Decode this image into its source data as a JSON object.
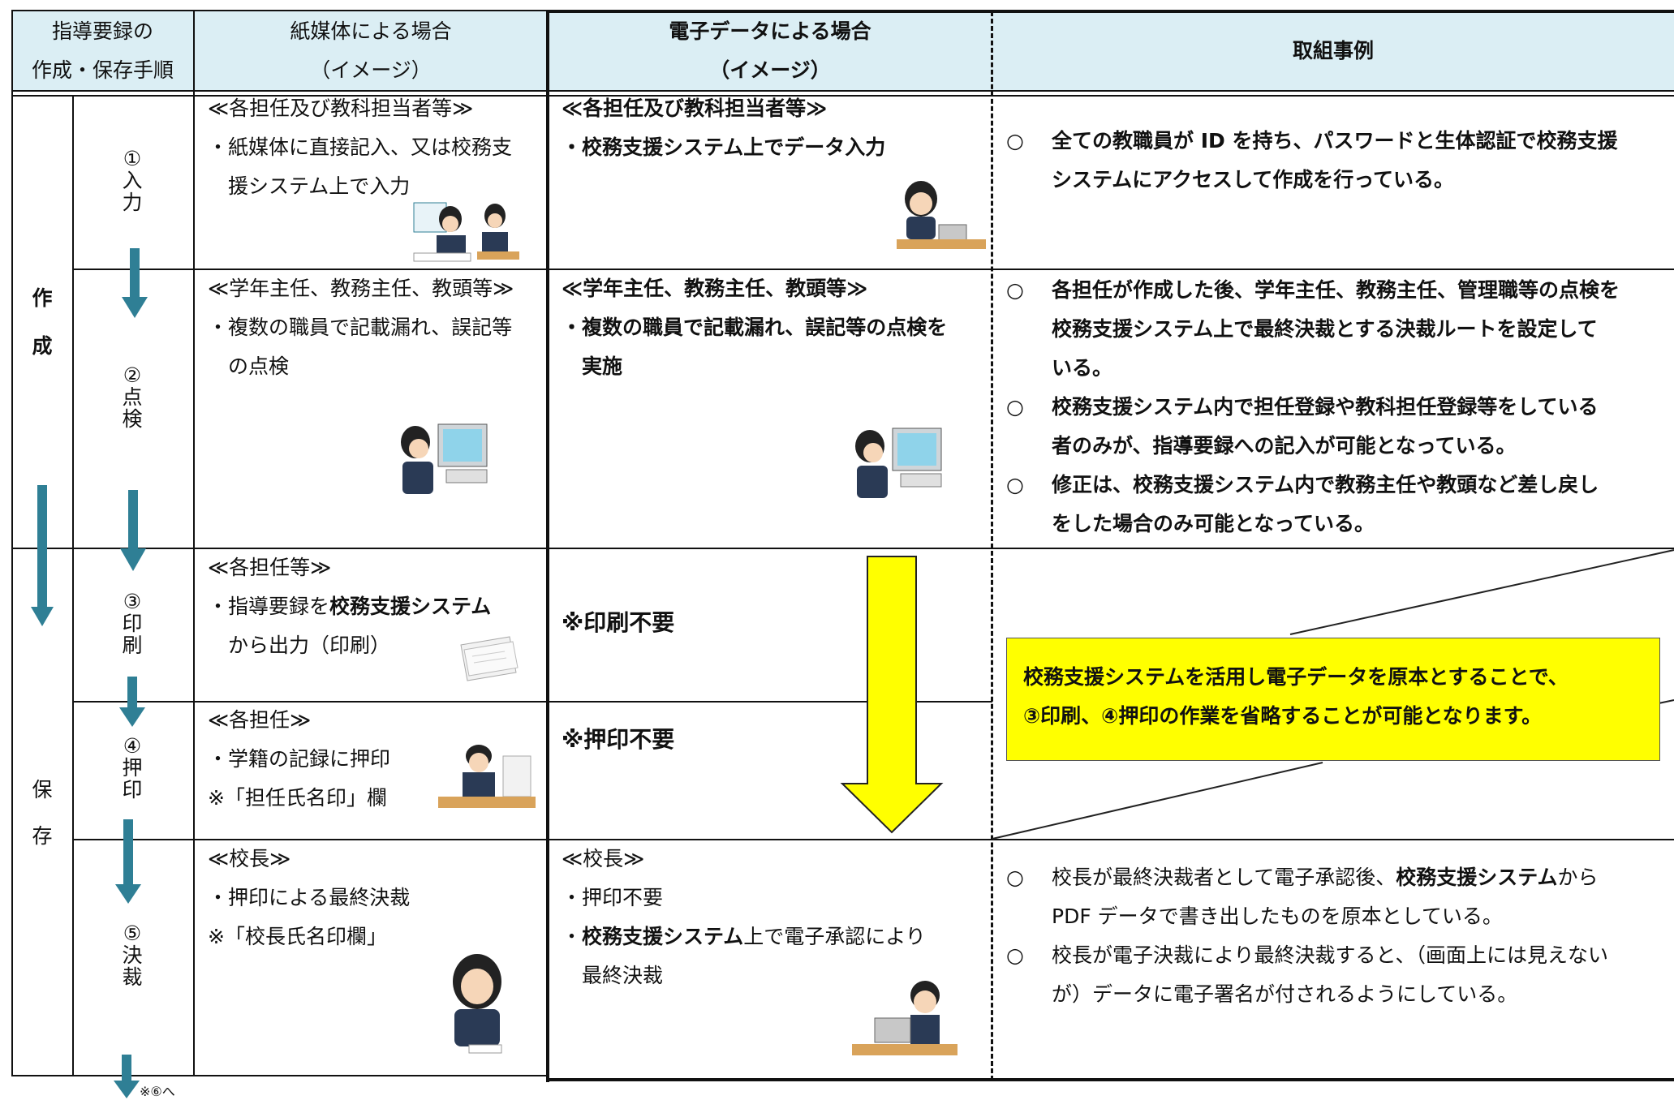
{
  "header": {
    "col1": [
      "指導要録の",
      "作成・保存手順"
    ],
    "col2": [
      "紙媒体による場合",
      "（イメージ）"
    ],
    "col3": [
      "電子データによる場合",
      "（イメージ）"
    ],
    "col4": "取組事例"
  },
  "phases": {
    "create": [
      "作",
      "成"
    ],
    "save": [
      "保",
      "存"
    ]
  },
  "steps": [
    {
      "chars": [
        "①",
        "入",
        "力"
      ]
    },
    {
      "chars": [
        "②",
        "点",
        "検"
      ]
    },
    {
      "chars": [
        "③",
        "印",
        "刷"
      ]
    },
    {
      "chars": [
        "④",
        "押",
        "印"
      ]
    },
    {
      "chars": [
        "⑤",
        "決",
        "裁"
      ]
    }
  ],
  "next_step_note": "※⑥へ",
  "paper": {
    "r1": {
      "role": "≪各担任及び教科担当者等≫",
      "lines": [
        "・紙媒体に直接記入、又は校務支",
        "援システム上で入力"
      ]
    },
    "r2": {
      "role": "≪学年主任、教務主任、教頭等≫",
      "lines": [
        "・複数の職員で記載漏れ、誤記等",
        "の点検"
      ]
    },
    "r3": {
      "role": "≪各担任等≫",
      "l1_pre": "・指導要録を",
      "l1_bold": "校務支援システム",
      "l2": "から出力（印刷）"
    },
    "r4": {
      "role": "≪各担任≫",
      "lines": [
        "・学籍の記録に押印",
        "※「担任氏名印」欄"
      ]
    },
    "r5": {
      "role": "≪校長≫",
      "lines": [
        "・押印による最終決裁",
        "※「校長氏名印欄」"
      ]
    }
  },
  "digital": {
    "r1": {
      "role": "≪各担任及び教科担当者等≫",
      "lines": [
        "・校務支援システム上でデータ入力"
      ]
    },
    "r2": {
      "role": "≪学年主任、教務主任、教頭等≫",
      "lines": [
        "・複数の職員で記載漏れ、誤記等の点検を",
        "実施"
      ]
    },
    "r3": "※印刷不要",
    "r4": "※押印不要",
    "r5": {
      "role": "≪校長≫",
      "l1": "・押印不要",
      "l2_pre": "・",
      "l2_bold": "校務支援システム",
      "l2_post": "上で電子承認により",
      "l3": "最終決裁"
    }
  },
  "examples": {
    "mark": "○",
    "r1": [
      [
        "全ての教職員が ID を持ち、パスワードと生体認証で校務支援",
        "システムにアクセスして作成を行っている。"
      ]
    ],
    "r2": [
      [
        "各担任が作成した後、学年主任、教務主任、管理職等の点検を",
        "校務支援システム上で最終決裁とする決裁ルートを設定して",
        "いる。"
      ],
      [
        "校務支援システム内で担任登録や教科担任登録等をしている",
        "者のみが、指導要録への記入が可能となっている。"
      ],
      [
        "修正は、校務支援システム内で教務主任や教頭など差し戻し",
        "をした場合のみ可能となっている。"
      ]
    ],
    "r5a": {
      "l1_pre": "校長が最終決裁者として電子承認後、",
      "l1_bold": "校務支援システム",
      "l1_post": "から",
      "l2": "PDF データで書き出したものを原本としている。"
    },
    "r5b": [
      "校長が電子決裁により最終決裁すると、（画面上には見えない",
      "が）データに電子署名が付されるようにしている。"
    ]
  },
  "callout": [
    "校務支援システムを活用し電子データを原本とすることで、",
    "③印刷、④押印の作業を省略することが可能となります。"
  ],
  "colors": {
    "header_bg": "#dbeef4",
    "arrow": "#2f7f95",
    "callout_bg": "#ffff00",
    "big_arrow": "#ffff00"
  }
}
